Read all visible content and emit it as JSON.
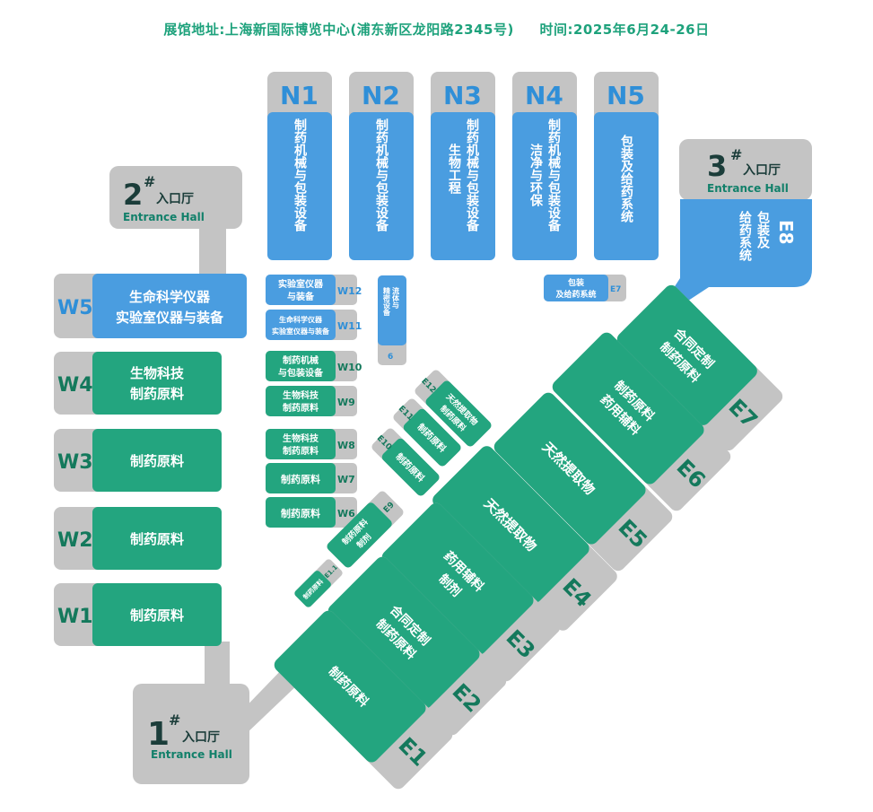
{
  "header": {
    "address": "展馆地址:上海新国际博览中心(浦东新区龙阳路2345号)",
    "time": "时间:2025年6月24-26日"
  },
  "colors": {
    "blue": "#4a9de0",
    "green": "#23a57f",
    "gray": "#c4c4c4",
    "title": "#1ea27c"
  },
  "halls": {
    "n1": {
      "code": "N1",
      "label": "制药机械与包装设备"
    },
    "n2": {
      "code": "N2",
      "label": "制药机械与包装设备"
    },
    "n3": {
      "code": "N3",
      "label1": "制药机械与包装设备",
      "label2": "生物工程"
    },
    "n4": {
      "code": "N4",
      "label1": "制药机械与包装设备",
      "label2": "洁净与环保"
    },
    "n5": {
      "code": "N5",
      "label": "包装及给药系统"
    },
    "e8": {
      "code": "E8",
      "label1": "包装及",
      "label2": "给药系统"
    },
    "w5": {
      "code": "W5",
      "label1": "生命科学仪器",
      "label2": "实验室仪器与装备"
    },
    "w4": {
      "code": "W4",
      "label1": "生物科技",
      "label2": "制药原料"
    },
    "w3": {
      "code": "W3",
      "label": "制药原料"
    },
    "w2": {
      "code": "W2",
      "label": "制药原料"
    },
    "w1": {
      "code": "W1",
      "label": "制药原料"
    },
    "w12": {
      "code": "W12",
      "label1": "实验室仪器",
      "label2": "与装备"
    },
    "w11": {
      "code": "W11",
      "label1": "生命科学仪器",
      "label2": "实验室仪器与装备"
    },
    "w10": {
      "code": "W10",
      "label1": "制药机械",
      "label2": "与包装设备"
    },
    "w9": {
      "code": "W9",
      "label1": "生物科技",
      "label2": "制药原料"
    },
    "w8": {
      "code": "W8",
      "label1": "生物科技",
      "label2": "制药原料"
    },
    "w7": {
      "code": "W7",
      "label": "制药原料"
    },
    "w6": {
      "code": "W6",
      "label": "制药原料"
    },
    "n_small": {
      "code": "6",
      "label1": "流体与",
      "label2": "精密设备"
    },
    "e_small7": {
      "code": "E7",
      "label1": "包装",
      "label2": "及给药系统"
    },
    "e7": {
      "code": "E7",
      "label1": "合同定制",
      "label2": "制药原料"
    },
    "e6": {
      "code": "E6",
      "label1": "制药原料",
      "label2": "药用辅料"
    },
    "e5": {
      "code": "E5",
      "label": "天然提取物"
    },
    "e4": {
      "code": "E4",
      "label": "天然提取物"
    },
    "e3": {
      "code": "E3",
      "label1": "药用辅料",
      "label2": "制剂"
    },
    "e2": {
      "code": "E2",
      "label1": "合同定制",
      "label2": "制药原料"
    },
    "e1": {
      "code": "E1",
      "label": "制药原料"
    },
    "e12": {
      "code": "E12",
      "label1": "天然提取物",
      "label2": "制药原料"
    },
    "e11": {
      "code": "E11",
      "label": "制药原料"
    },
    "e10": {
      "code": "E10",
      "label": "制药原料"
    },
    "e9": {
      "code": "E9",
      "label1": "制药原料",
      "label2": "制剂"
    },
    "e11s": {
      "code": "E1.1",
      "label": "制药原料"
    }
  },
  "entrances": {
    "hall1": {
      "num": "1",
      "mark": "#",
      "cn": "入口厅",
      "en": "Entrance Hall"
    },
    "hall2": {
      "num": "2",
      "mark": "#",
      "cn": "入口厅",
      "en": "Entrance Hall"
    },
    "hall3": {
      "num": "3",
      "mark": "#",
      "cn": "入口厅",
      "en": "Entrance Hall"
    }
  }
}
